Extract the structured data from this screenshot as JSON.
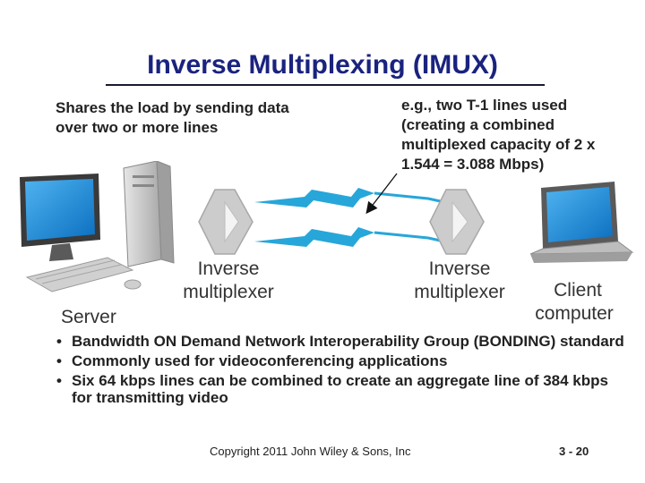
{
  "slide": {
    "title": "Inverse Multiplexing (IMUX)",
    "left_note": "Shares the load by sending data over two or more lines",
    "right_note": "e.g., two T-1 lines used (creating a combined multiplexed capacity of 2 x 1.544 = 3.088 Mbps)",
    "diagram": {
      "server_label": "Server",
      "imux_left_label_line1": "Inverse",
      "imux_left_label_line2": "multiplexer",
      "imux_right_label_line1": "Inverse",
      "imux_right_label_line2": "multiplexer",
      "client_label_line1": "Client",
      "client_label_line2": "computer"
    },
    "bullets": [
      "Bandwidth ON Demand Network Interoperability Group (BONDING) standard",
      "Commonly used for videoconferencing applications",
      "Six 64 kbps lines can be combined to create an aggregate line of 384 kbps for transmitting video"
    ],
    "footer": "Copyright 2011 John Wiley & Sons, Inc",
    "page_number": "3 - 20"
  },
  "colors": {
    "title": "#1a237e",
    "screen_blue": "#1e88d8",
    "lightning": "#27a6d9",
    "device_gray": "#c9c9c9"
  }
}
